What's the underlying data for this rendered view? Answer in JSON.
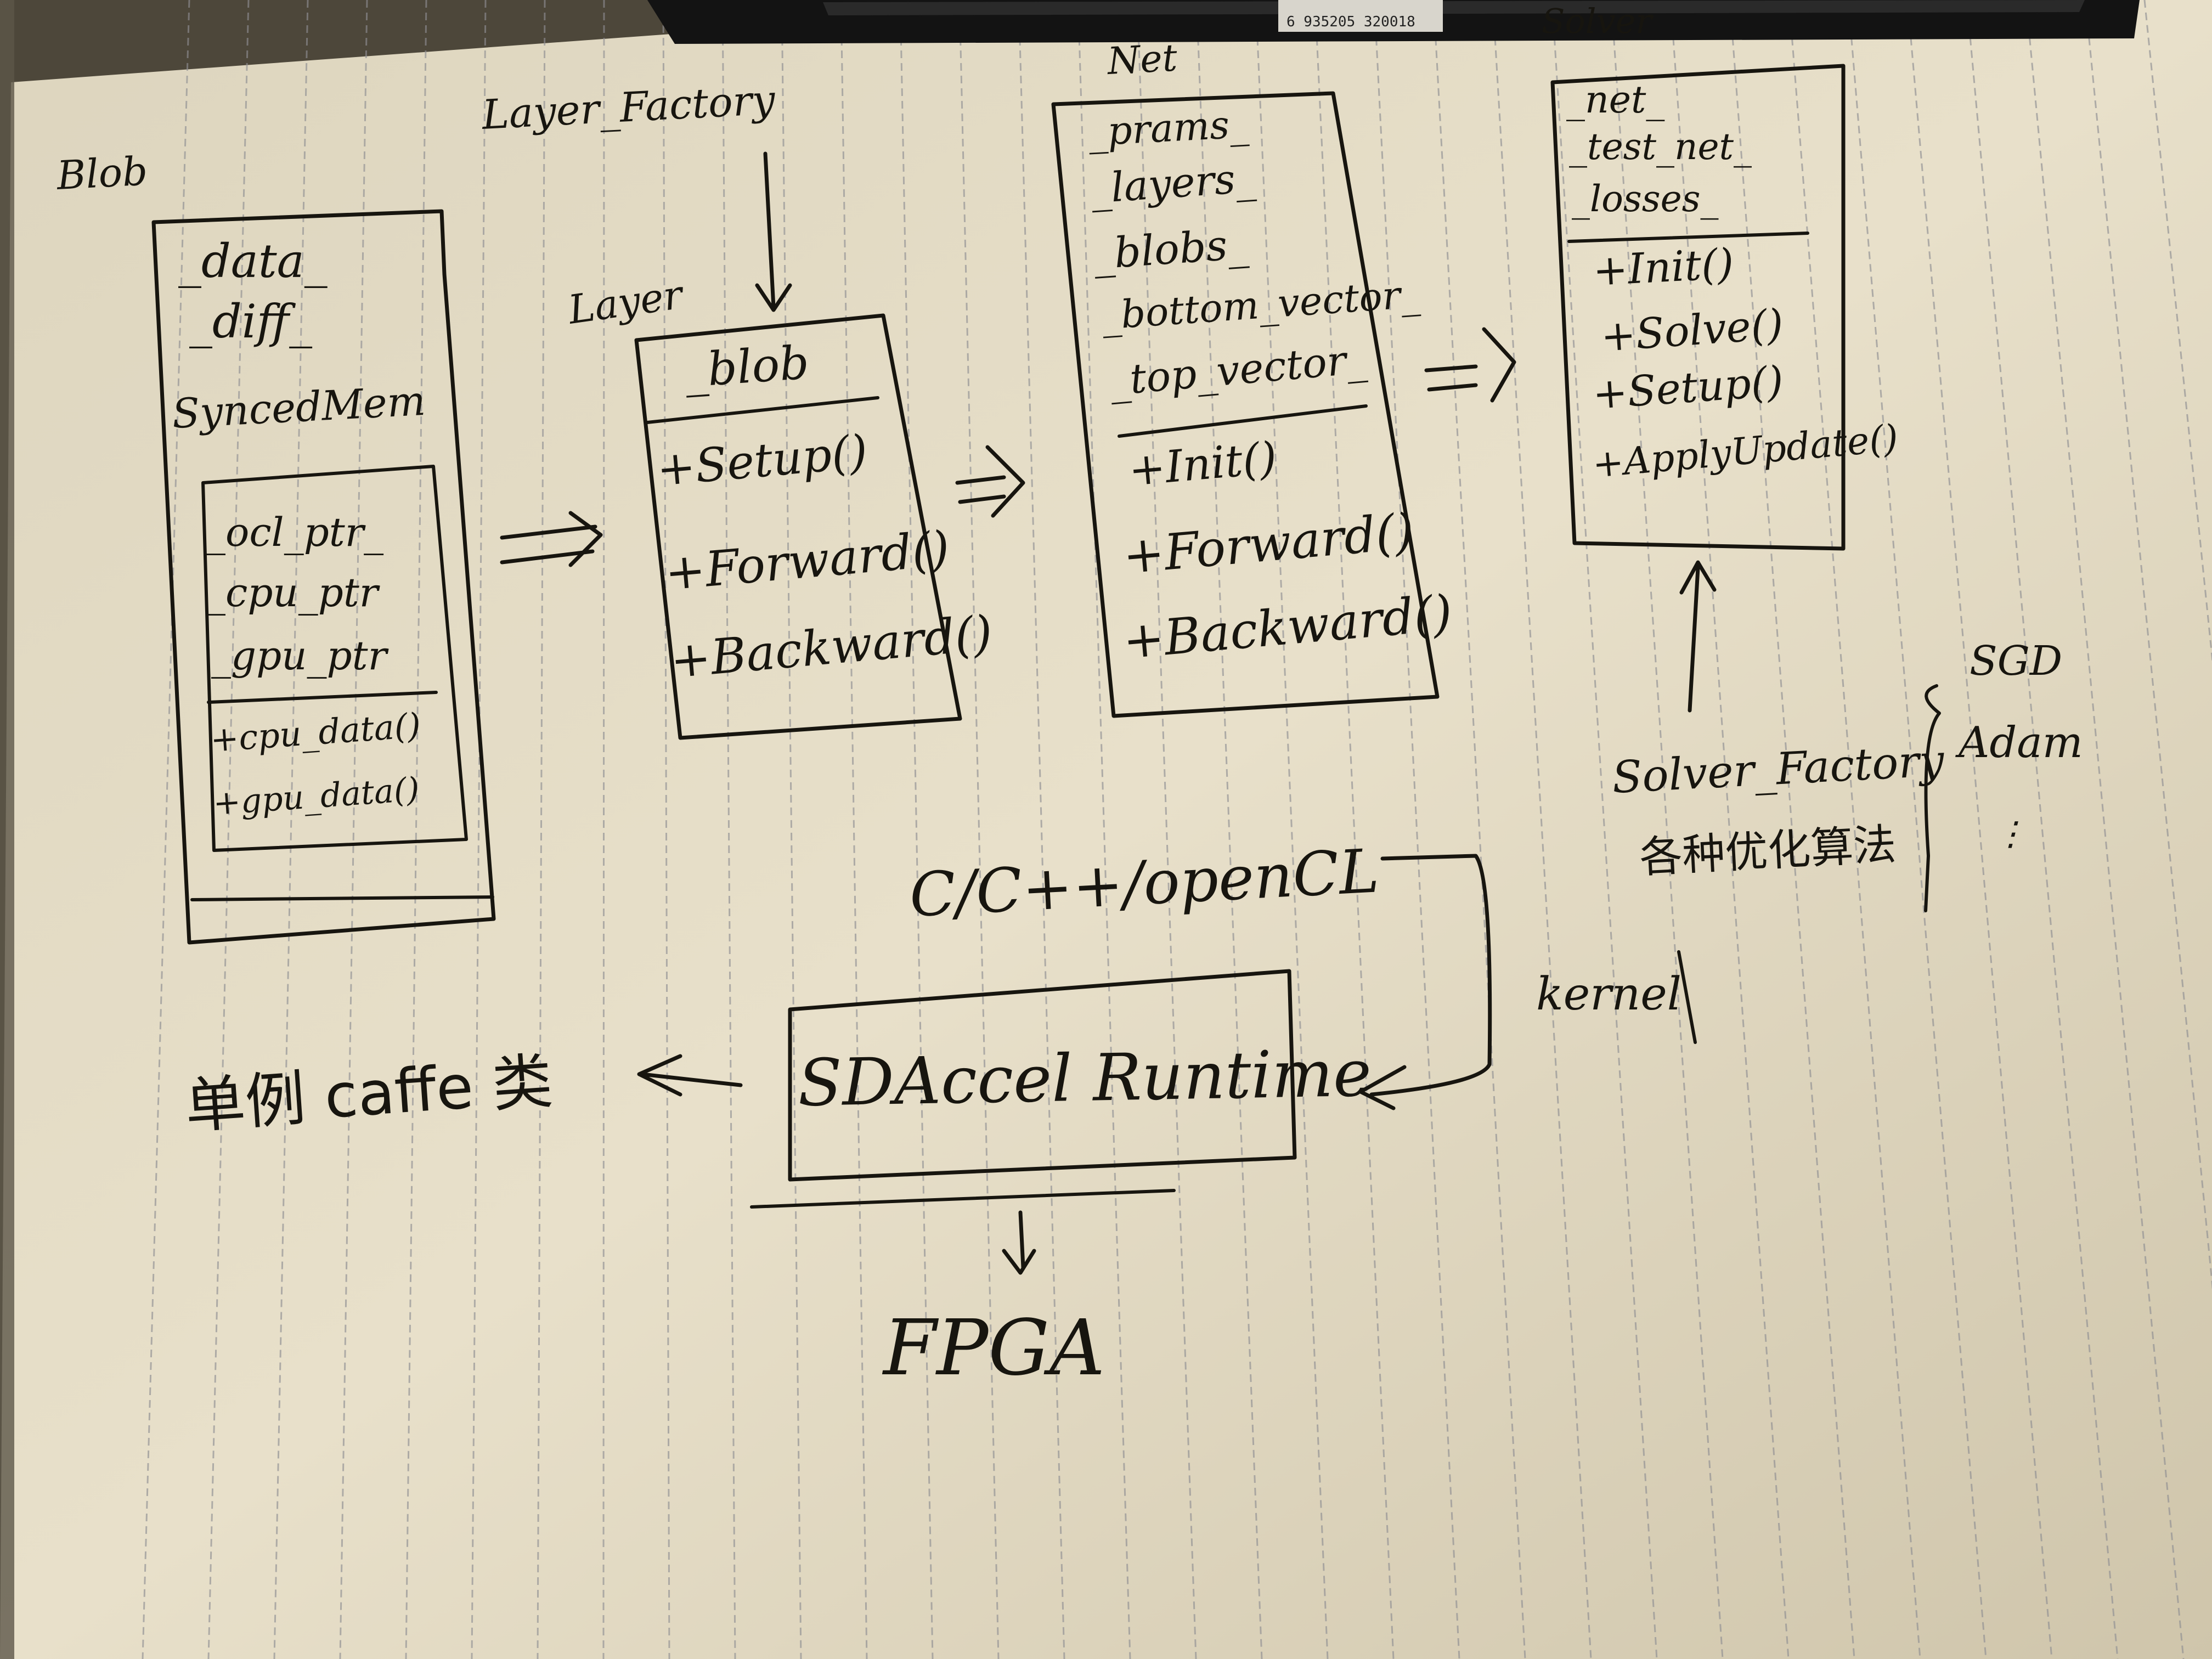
{
  "colors": {
    "paper": "#e7dfca",
    "paper_shadow": "#b9ad8e",
    "rule_line": "#8f8f93",
    "ink": "#17150f",
    "pen_body": "#1a1a1a",
    "background": "#4d473a"
  },
  "pen": {
    "barcode_number": "6 935205 320018"
  },
  "blob": {
    "title": "Blob",
    "fields": [
      "_data_",
      "_diff_"
    ],
    "synced_label": "SyncedMem",
    "synced_fields": [
      "_ocl_ptr_",
      "_cpu_ptr",
      "_gpu_ptr"
    ],
    "synced_methods": [
      "+cpu_data()",
      "+gpu_data()"
    ]
  },
  "layer_factory": {
    "label": "Layer_Factory"
  },
  "layer": {
    "title": "Layer",
    "fields": [
      "_blob"
    ],
    "methods": [
      "+Setup()",
      "+Forward()",
      "+Backward()"
    ]
  },
  "net": {
    "title": "Net",
    "fields": [
      "_prams_",
      "_layers_",
      "_blobs_",
      "_bottom_vector_",
      "_top_vector_"
    ],
    "methods": [
      "+Init()",
      "+Forward()",
      "+Backward()"
    ]
  },
  "solver": {
    "title": "Solver",
    "fields": [
      "_net_",
      "_test_net_",
      "_losses_"
    ],
    "methods": [
      "+Init()",
      "+Solve()",
      "+Setup()",
      "+ApplyUpdate()"
    ]
  },
  "solver_factory": {
    "label": "Solver_Factory",
    "sublabel": "各种优化算法",
    "options": [
      "SGD",
      "Adam",
      "⋮"
    ]
  },
  "runtime": {
    "lang_label": "C/C++/openCL",
    "kernel_label": "kernel",
    "box_label": "SDAccel Runtime",
    "left_label": "单例 caffe 类",
    "bottom_label": "FPGA"
  },
  "arrows": {
    "blob_to_layer": "==>",
    "layer_to_net": "=>",
    "net_to_solver": "=>"
  }
}
